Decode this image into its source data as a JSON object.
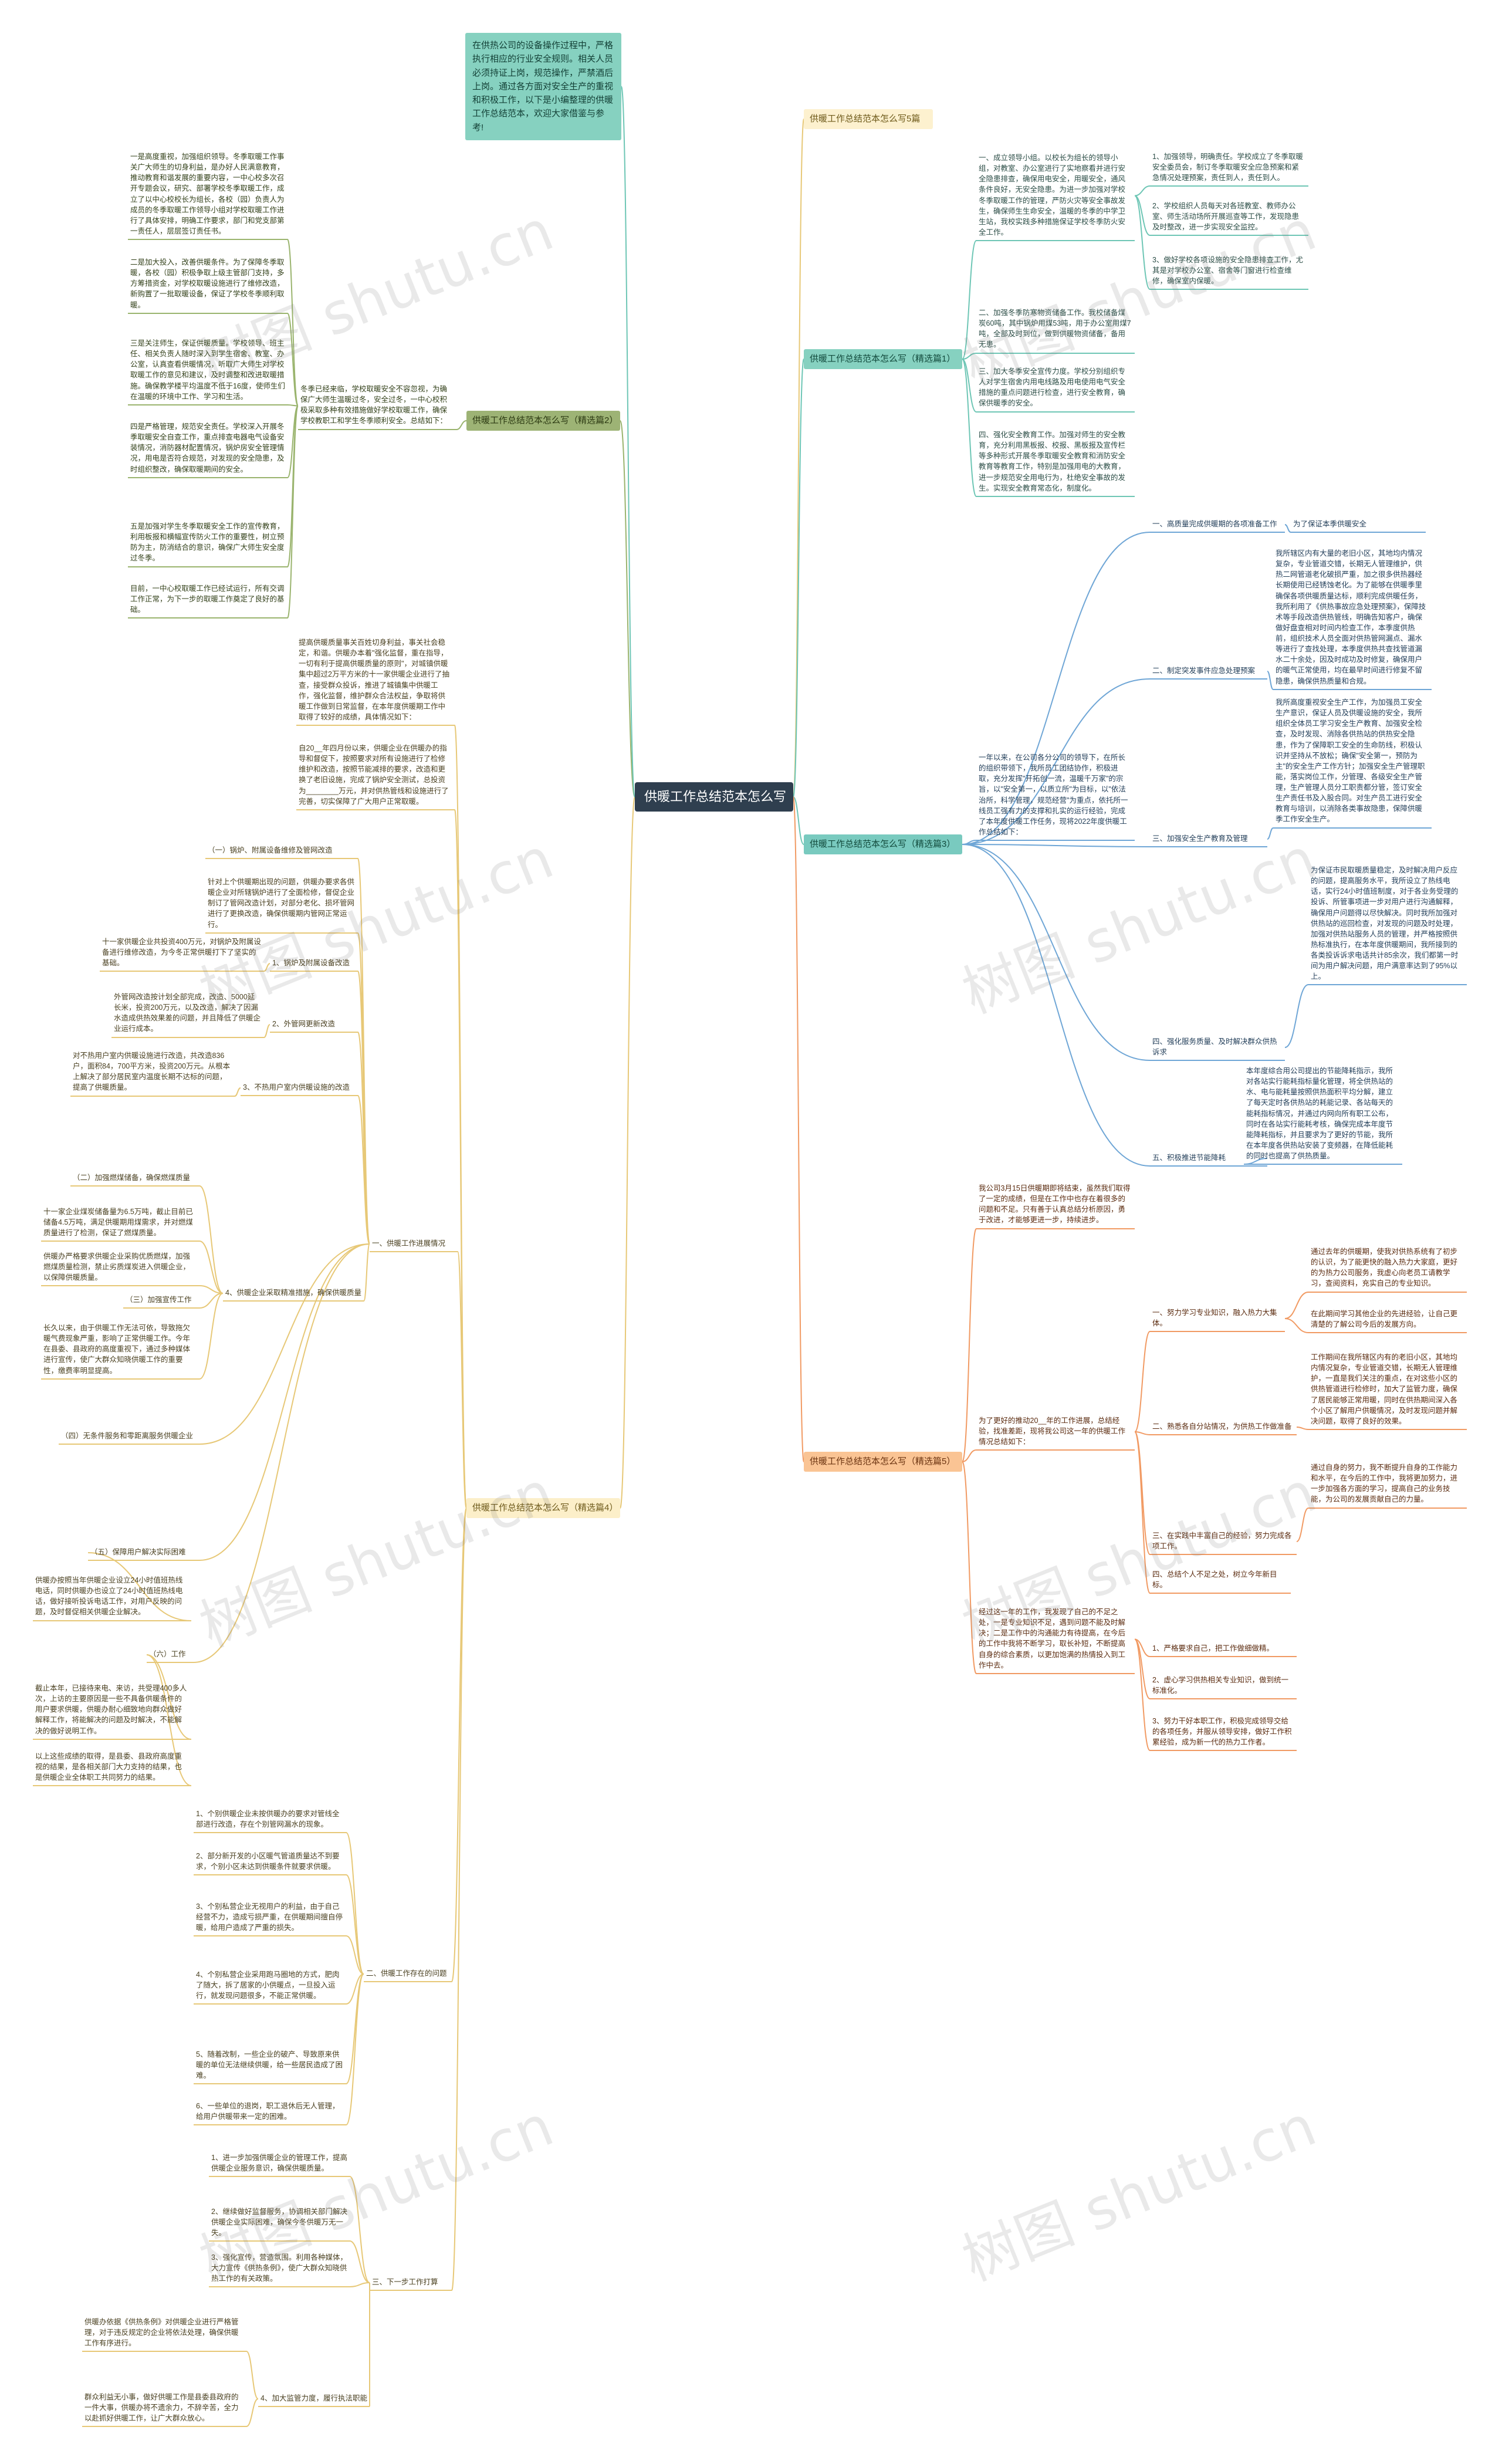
{
  "watermark": "树图 shutu.cn",
  "colors": {
    "center": "#2f3f4f",
    "teal": "#6ec6b5",
    "blue": "#6fa6d6",
    "orange": "#f19a63",
    "sand": "#e7c877",
    "olive": "#9ab46e"
  },
  "center": {
    "title": "供暖工作总结范本怎么写"
  },
  "branch_b1": {
    "title": "供暖工作总结范本怎么写5篇"
  },
  "branch_b2": {
    "title": "供暖工作总结范本怎么写（精选篇1）"
  },
  "branch_b3": {
    "title": "供暖工作总结范本怎么写（精选篇3）"
  },
  "branch_b4": {
    "title": "供暖工作总结范本怎么写（精选篇5）"
  },
  "branch_b5": {
    "title": "供暖工作总结范本怎么写（精选篇4）"
  },
  "branch_b6": {
    "title": "供暖工作总结范本怎么写（精选篇2）"
  },
  "intro": "在供热公司的设备操作过程中，严格执行相应的行业安全规则。相关人员必须持证上岗，规范操作，严禁酒后上岗。通过各方面对安全生产的重视和积极工作，以下是小编整理的供暖工作总结范本，欢迎大家借鉴与参考!",
  "p1": {
    "lead": "一、成立领导小组。以校长为组长的领导小组，对教室、办公室进行了实地察看并进行安全隐患排查，确保用电安全，用暖安全，通风条件良好，无安全隐患。为进一步加强对学校冬季取暖工作的管理，严防火灾等安全事故发生，确保师生生命安全，温暖的冬季的中学卫生站，我校实践多种措施保证学校冬季防火安全工作。",
    "lead_items": [
      "1、加强领导，明确责任。学校成立了冬季取暖安全委员会，制订冬季取暖安全应急预案和紧急情况处理预案，责任到人，责任到人。",
      "2、学校组织人员每天对各班教室、教师办公室、师生活动场所开展巡查等工作，发现隐患及时整改，进一步实现安全监控。",
      "3、做好学校各项设施的安全隐患排查工作，尤其是对学校办公室、宿舍等门窗进行检查维修，确保室内保暖。"
    ],
    "two": "二、加强冬季防寒物资储备工作。我校储备煤炭60吨，其中锅炉用煤53吨，用于办公室用煤7吨，全部及时到位，做到供暖物资储备，备用无患。",
    "three": "三、加大冬季安全宣传力度。学校分别组织专人对学生宿舍内用电线路及用电使用电气安全措施的重点问题进行检查，进行安全教育，确保供暖季的安全。",
    "four": "四、强化安全教育工作。加强对师生的安全教育，充分利用黑板报、校报、黑板报及宣传栏等多种形式开展冬季取暖安全教育和消防安全教育等教育工作，特别是加强用电的大教育，进一步规范安全用电行为，杜绝安全事故的发生。实现安全教育常态化，制度化。"
  },
  "p3": {
    "lead": "一年以来，在公司各分公司的领导下，在所长的组织带领下，我所员工团结协作，积极进取，充分发挥\"开拓创一流，温暖千万家\"的宗旨，以\"安全第一，以质立所\"为目标，以\"依法治所，科学管理，规范经营\"为重点，依托所一线员工强有力的支撑和扎实的运行经验，完成了本年度供暖工作任务，现将2022年度供暖工作总结如下：",
    "s1_title": "一、高质量完成供暖期的各项准备工作",
    "s1_detail": "为了保证本季供暖安全",
    "s1_body": "我所辖区内有大量的老旧小区，其地均内情况复杂，专业管道交错，长期无人管理维护，供热二网管道老化破损严重，加之很多供热器经长期使用已经锈蚀老化。为了能够在供暖季里确保各项供暖质量达标，顺利完成供暖任务，我所利用了《供热事故应急处理预案》，保障技术等手段改造供热管线，明确告知客户，确保做好盘查相对时间内检查工作，本季度供热前，组织技术人员全面对供热管网漏点、漏水等进行了查找处理，本季度供热共查找管道漏水二十余处，因及时成功及时修复，确保用户的暖气正常使用，均在最早时间进行修复不留隐患，确保供热质量和合规。",
    "s2_title": "二、制定突发事件应急处理预案",
    "s3_title": "三、加强安全生产教育及管理",
    "s3_body": "我所高度重视安全生产工作，为加强员工安全生产意识，保证人员及供暖设施的安全，我所组织全体员工学习安全生产教育、加强安全检查，及时发现、消除各供热站的供热安全隐患，作为了保障职工安全的生命防线，积极认识并坚持从不放松；确保\"安全第一，预防为主\"的安全生产工作方针；加强安全生产管理职能，落实岗位工作，分管理、各级安全生产管理，生产管理人员分工职责都分管，签订安全生产责任书及入股合同。对生产员工进行安全教育与培训，以消除各类事故隐患，保障供暖季工作安全生产。",
    "s4_title": "四、强化服务质量、及时解决群众供热诉求",
    "s4_body": "为保证市民取暖质量稳定，及时解决用户反应的问题，提高服务水平，我所设立了热线电话，实行24小时值班制度，对于各业务受理的投诉、所管事项进一步对用户进行沟通解释，确保用户问题得以尽快解决。同时我所加强对供热站的巡回检查，对发现的问题及时处理，加强对供热站服务人员的管理，并严格按照供热标准执行，在本年度供暖期间，我所接到的各类投诉诉求电话共计85余次，我们都第一时间为用户解决问题，用户满意率达到了95%以上。",
    "s5_title": "五、积极推进节能降耗",
    "s5_body": "本年度综合用公司提出的节能降耗指示，我所对各站实行能耗指标量化管理，将全供热站的水、电与能耗量按照供热面积平均分解，建立了每天定时各供热站的耗能记录、各站每天的能耗指标情况，并通过内网向所有职工公布，同时在各站实行能耗考核，确保完成本年度节能降耗指标，并且要求为了更好的节能，我所在本年度各供热站安装了变频器，在降低能耗的同时也提高了供热质量。"
  },
  "p5": {
    "lead": "我公司3月15日供暖期即将结束，虽然我们取得了一定的成绩，但是在工作中也存在着很多的问题和不足。只有善于认真总结分析原因，勇于改进，才能够更进一步，持续进步。",
    "mid": "为了更好的推动20__年的工作进展，总结经验，找准差距，现将我公司这一年的供暖工作情况总结如下：",
    "s1_title": "一、努力学习专业知识，融入热力大集体。",
    "s1_body": "通过去年的供暖期，使我对供热系统有了初步的认识，为了能更快的融入热力大家庭，更好的为热力公司服务，我虚心向老员工请教学习，查阅资料，充实自己的专业知识。",
    "s1_body2": "在此期间学习其他企业的先进经验，让自己更清楚的了解公司今后的发展方向。",
    "s2_title": "二、熟悉各自分站情况，为供热工作做准备",
    "s2_body": "工作期间在我所辖区内有的老旧小区，其地均内情况复杂，专业管道交错，长期无人管理维护，一直是我们关注的重点，在对这些小区的供热管道进行检修时，加大了监管力度，确保了居民能够正常用暖，同时在供热期间深入各个小区了解用户供暖情况，及时发现问题并解决问题，取得了良好的效果。",
    "s3_title": "三、在实践中丰富自己的经验，努力完成各项工作。",
    "s3_body": "通过自身的努力，我不断提升自身的工作能力和水平，在今后的工作中，我将更加努力，进一步加强各方面的学习，提高自己的业务技能，为公司的发展贡献自己的力量。",
    "s4_title": "四、总结个人不足之处，树立今年新目标。",
    "s4_body": "经过这一年的工作，我发现了自己的不足之处，一是专业知识不足，遇到问题不能及时解决；二是工作中的沟通能力有待提高，在今后的工作中我将不断学习，取长补短，不断提高自身的综合素质，以更加饱满的热情投入到工作中去。",
    "goals": [
      "1、严格要求自己，把工作做细做精。",
      "2、虚心学习供热相关专业知识，做到统一标准化。",
      "3、努力干好本职工作，积极完成领导交给的各项任务，并服从领导安排，做好工作积累经验，成为新一代的热力工作者。"
    ]
  },
  "p2": {
    "intro": "冬季已经来临，学校取暖安全不容忽视，为确保广大师生温暖过冬，安全过冬，一中心校积极采取多种有效措施做好学校取暖工作，确保学校教职工和学生冬季顺利安全。总结如下：",
    "items": [
      "一是高度重视，加强组织领导。冬季取暖工作事关广大师生的切身利益，是办好人民满意教育，推动教育和谐发展的重要内容，一中心校多次召开专题会议，研究、部署学校冬季取暖工作，成立了以中心校校长为组长，各校（园）负责人为成员的冬季取暖工作领导小组对学校取暖工作进行了具体安排，明确工作要求，部门和党支部第一责任人，层层签订责任书。",
      "二是加大投入，改善供暖条件。为了保障冬季取暖，各校（园）积极争取上级主管部门支持，多方筹措资金，对学校取暖设施进行了维修改造，新购置了一批取暖设备，保证了学校冬季顺利取暖。",
      "三是关注师生，保证供暖质量。学校领导、班主任、相关负责人随时深入到学生宿舍、教室、办公室，认真查看供暖情况，听取广大师生对学校取暖工作的意见和建议，及时调整和改进取暖措施。确保教学楼平均温度不低于16度，使师生们在温暖的环境中工作、学习和生活。",
      "四是严格管理，规范安全责任。学校深入开展冬季取暖安全自查工作，重点排查电器电气设备安装情况，消防器材配置情况，锅炉房安全管理情况，用电是否符合规范，对发现的安全隐患，及时组织整改，确保取暖期间的安全。",
      "五是加强对学生冬季取暖安全工作的宣传教育，利用板报和横幅宣传防火工作的重要性，树立预防为主，防消结合的意识，确保广大师生安全度过冬季。",
      "目前，一中心校取暖工作已经试运行，所有交调工作正常，为下一步的取暖工作奠定了良好的基础。"
    ]
  },
  "p4": {
    "lead": "提高供暖质量事关百姓切身利益，事关社会稳定，和谐。供暖办本着\"强化监督，重在指导，一切有利于提高供暖质量的原则\"，对城镇供暖集中超过2万平方米的十一家供暖企业进行了抽查，接受群众投诉，推进了城镇集中供暖工作，强化监督，维护群众合法权益，争取将供暖工作做到日常监督，在本年度供暖期工作中取得了较好的成绩，具体情况如下：",
    "lead2": "自20__年四月份以来，供暖企业在供暖办的指导和督促下，按照要求对所有设施进行了检修维护和改造，按照节能减排的要求，改造和更换了老旧设施，完成了锅炉安全测试，总投资为________万元，并对供热管线和设施进行了完善，切实保障了广大用户正常取暖。",
    "s1_title": "一、供暖工作进展情况",
    "s1_sub1": "（一）锅炉、附属设备维修及管网改造",
    "s1_sub1_body": "针对上个供暖期出现的问题，供暖办要求各供暖企业对所辖锅炉进行了全面检修，督促企业制订了管网改造计划，对部分老化、损坏管网进行了更换改造，确保供暖期内管网正常运行。",
    "s1_1_title": "1、锅炉及附属设备改造",
    "s1_1_body": "十一家供暖企业共投资400万元，对锅炉及附属设备进行维修改造，为今冬正常供暖打下了坚实的基础。",
    "s1_2_title": "2、外管网更新改造",
    "s1_2_body": "外管网改造按计划全部完成，改造、5000延长米，投资200万元，以及改造，解决了因漏水造成供热效果差的问题，并且降低了供暖企业运行成本。",
    "s1_3_title": "3、不热用户室内供暖设施的改造",
    "s1_3_body": "对不热用户室内供暖设施进行改造，共改造836户，面积84，700平方米，投资200万元。从根本上解决了部分居民室内温度长期不达标的问题，提高了供暖质量。",
    "s1_sub2": "（二）加强燃煤储备，确保燃煤质量",
    "s1_sub2_body": "十一家企业煤炭储备量为6.5万吨，截止目前已储备4.5万吨，满足供暖期用煤需求，并对燃煤质量进行了检测，保证了燃煤质量。",
    "s1_4_title": "4、供暖企业采取精准措施，确保供暖质量",
    "s1_4_body": "供暖办严格要求供暖企业采购优质燃煤，加强燃煤质量检测，禁止劣质煤炭进入供暖企业，以保障供暖质量。",
    "s1_sub3": "（三）加强宣传工作",
    "s1_sub3_body": "长久以来，由于供暖工作无法可依，导致拖欠暖气费现象严重，影响了正常供暖工作。今年在县委、县政府的高度重视下，通过多种媒体进行宣传，使广大群众知晓供暖工作的重要性，缴费率明显提高。",
    "s1_sub4": "（四）无条件服务和零距离服务供暖企业",
    "s1_sub5": "（五）保障用户解决实际困难",
    "s1_sub5_body": "供暖办按照当年供暖企业设立24小时值班热线电话，同时供暖办也设立了24小时值班热线电话，做好接听投诉电话工作，对用户反映的问题，及时督促相关供暖企业解决。",
    "s1_sub6": "（六）工作",
    "s1_sub6_body": "截止本年，已接待来电、来访，共受理400多人次，上访的主要原因是一些不具备供暖条件的用户要求供暖，供暖办耐心细致地向群众做好解释工作，将能解决的问题及时解决，不能解决的做好说明工作。",
    "s1_sub6_body2": "以上这些成绩的取得，是县委、县政府高度重视的结果，是各相关部门大力支持的结果，也是供暖企业全体职工共同努力的结果。",
    "s2_title": "二、供暖工作存在的问题",
    "s2_items": [
      "1、个别供暖企业未按供暖办的要求对管线全部进行改造，存在个别管网漏水的现象。",
      "2、部分新开发的小区暖气管道质量达不到要求，个别小区未达到供暖条件就要求供暖。",
      "3、个别私营企业无视用户的利益，由于自己经营不力，造成亏损严重，在供暖期间擅自停暖，给用户造成了严重的损失。",
      "4、个别私营企业采用跑马圈地的方式，肥肉了随大，拆了居家的小供暖点，一旦投入运行，就发现问题很多，不能正常供暖。",
      "5、随着改制，一些企业的破产、导致原来供暖的单位无法继续供暖，给一些居民造成了困难。",
      "6、一些单位的退岗，职工退休后无人管理，给用户供暖带来一定的困难。"
    ],
    "s3_title": "三、下一步工作打算",
    "s3_items": [
      "1、进一步加强供暖企业的管理工作，提高供暖企业服务意识，确保供暖质量。",
      "2、继续做好监督服务，协调相关部门解决供暖企业实际困难，确保今冬供暖万无一失。",
      "3、强化宣传，营造氛围。利用各种媒体，大力宣传《供热条例》，使广大群众知晓供热工作的有关政策。",
      "4、加大监管力度，履行执法职能"
    ],
    "s3_4_body": "供暖办依据《供热条例》对供暖企业进行严格管理，对于违反规定的企业将依法处理，确保供暖工作有序进行。",
    "s3_4_body2": "群众利益无小事，做好供暖工作是县委县政府的一件大事，供暖办将不遗余力，不辞辛苦，全力以赴抓好供暖工作，让广大群众放心。"
  }
}
